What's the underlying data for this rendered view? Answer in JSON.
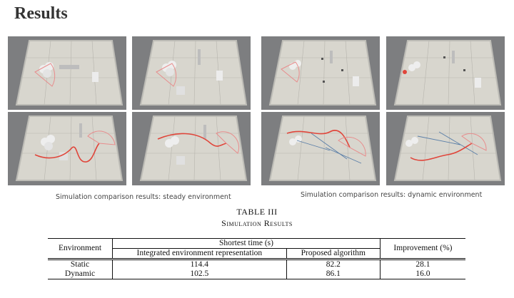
{
  "slide": {
    "title": "Results"
  },
  "captions": {
    "steady": "Simulation comparison results: steady environment",
    "dynamic": "Simulation comparison results: dynamic environment"
  },
  "table": {
    "number": "TABLE III",
    "caption": "Simulation Results",
    "headers": {
      "environment": "Environment",
      "shortest_time": "Shortest time (s)",
      "integrated": "Integrated environment representation",
      "proposed": "Proposed algorithm",
      "improvement": "Improvement (%)"
    },
    "rows": [
      {
        "environment": "Static",
        "integrated": "114.4",
        "proposed": "82.2",
        "improvement": "28.1"
      },
      {
        "environment": "Dynamic",
        "integrated": "102.5",
        "proposed": "86.1",
        "improvement": "16.0"
      }
    ]
  },
  "colors": {
    "path": "#e0453a",
    "sensor": "#e88c8c",
    "floor": "#dcdad2",
    "backdrop": "#7d7e80"
  }
}
